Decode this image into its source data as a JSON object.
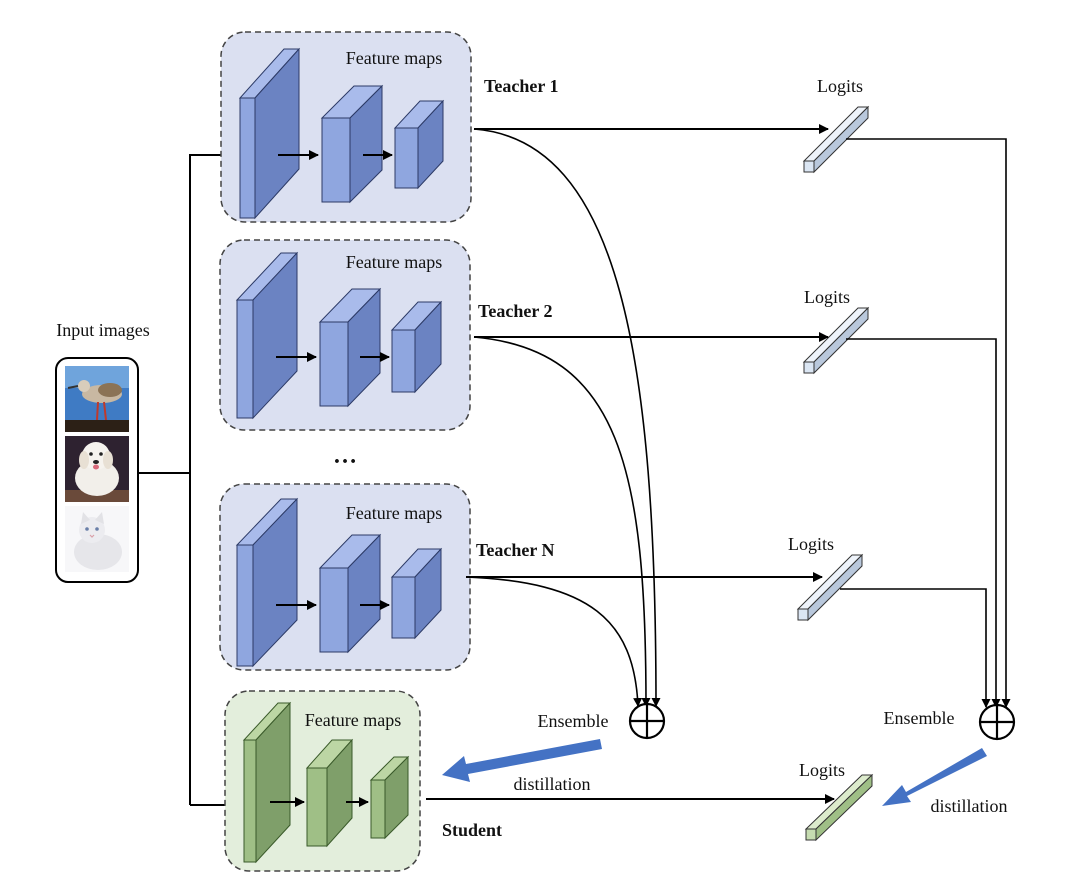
{
  "input": {
    "label": "Input images",
    "images": [
      "bird-photo",
      "dog-photo",
      "cat-photo"
    ]
  },
  "teachers": [
    {
      "name": "Teacher 1",
      "feature_label": "Feature maps",
      "logits_label": "Logits"
    },
    {
      "name": "Teacher 2",
      "feature_label": "Feature maps",
      "logits_label": "Logits"
    },
    {
      "name": "Teacher N",
      "feature_label": "Feature maps",
      "logits_label": "Logits"
    }
  ],
  "ellipsis": "…",
  "student": {
    "name": "Student",
    "feature_label": "Feature maps",
    "logits_label": "Logits"
  },
  "ensembles": [
    {
      "label": "Ensemble",
      "symbol": "⊕"
    },
    {
      "label": "Ensemble",
      "symbol": "⊕"
    }
  ],
  "distillation": [
    {
      "label": "distillation"
    },
    {
      "label": "distillation"
    }
  ],
  "colors": {
    "teacher_panel": "#dbe0f1",
    "student_panel": "#e3eedc",
    "teacher_block_front": "#8fa6df",
    "student_block_front": "#9fbf86",
    "logits_teacher": "#dbe6f3",
    "logits_student": "#c6dcb1",
    "distillation_arrow": "#4472c4"
  }
}
